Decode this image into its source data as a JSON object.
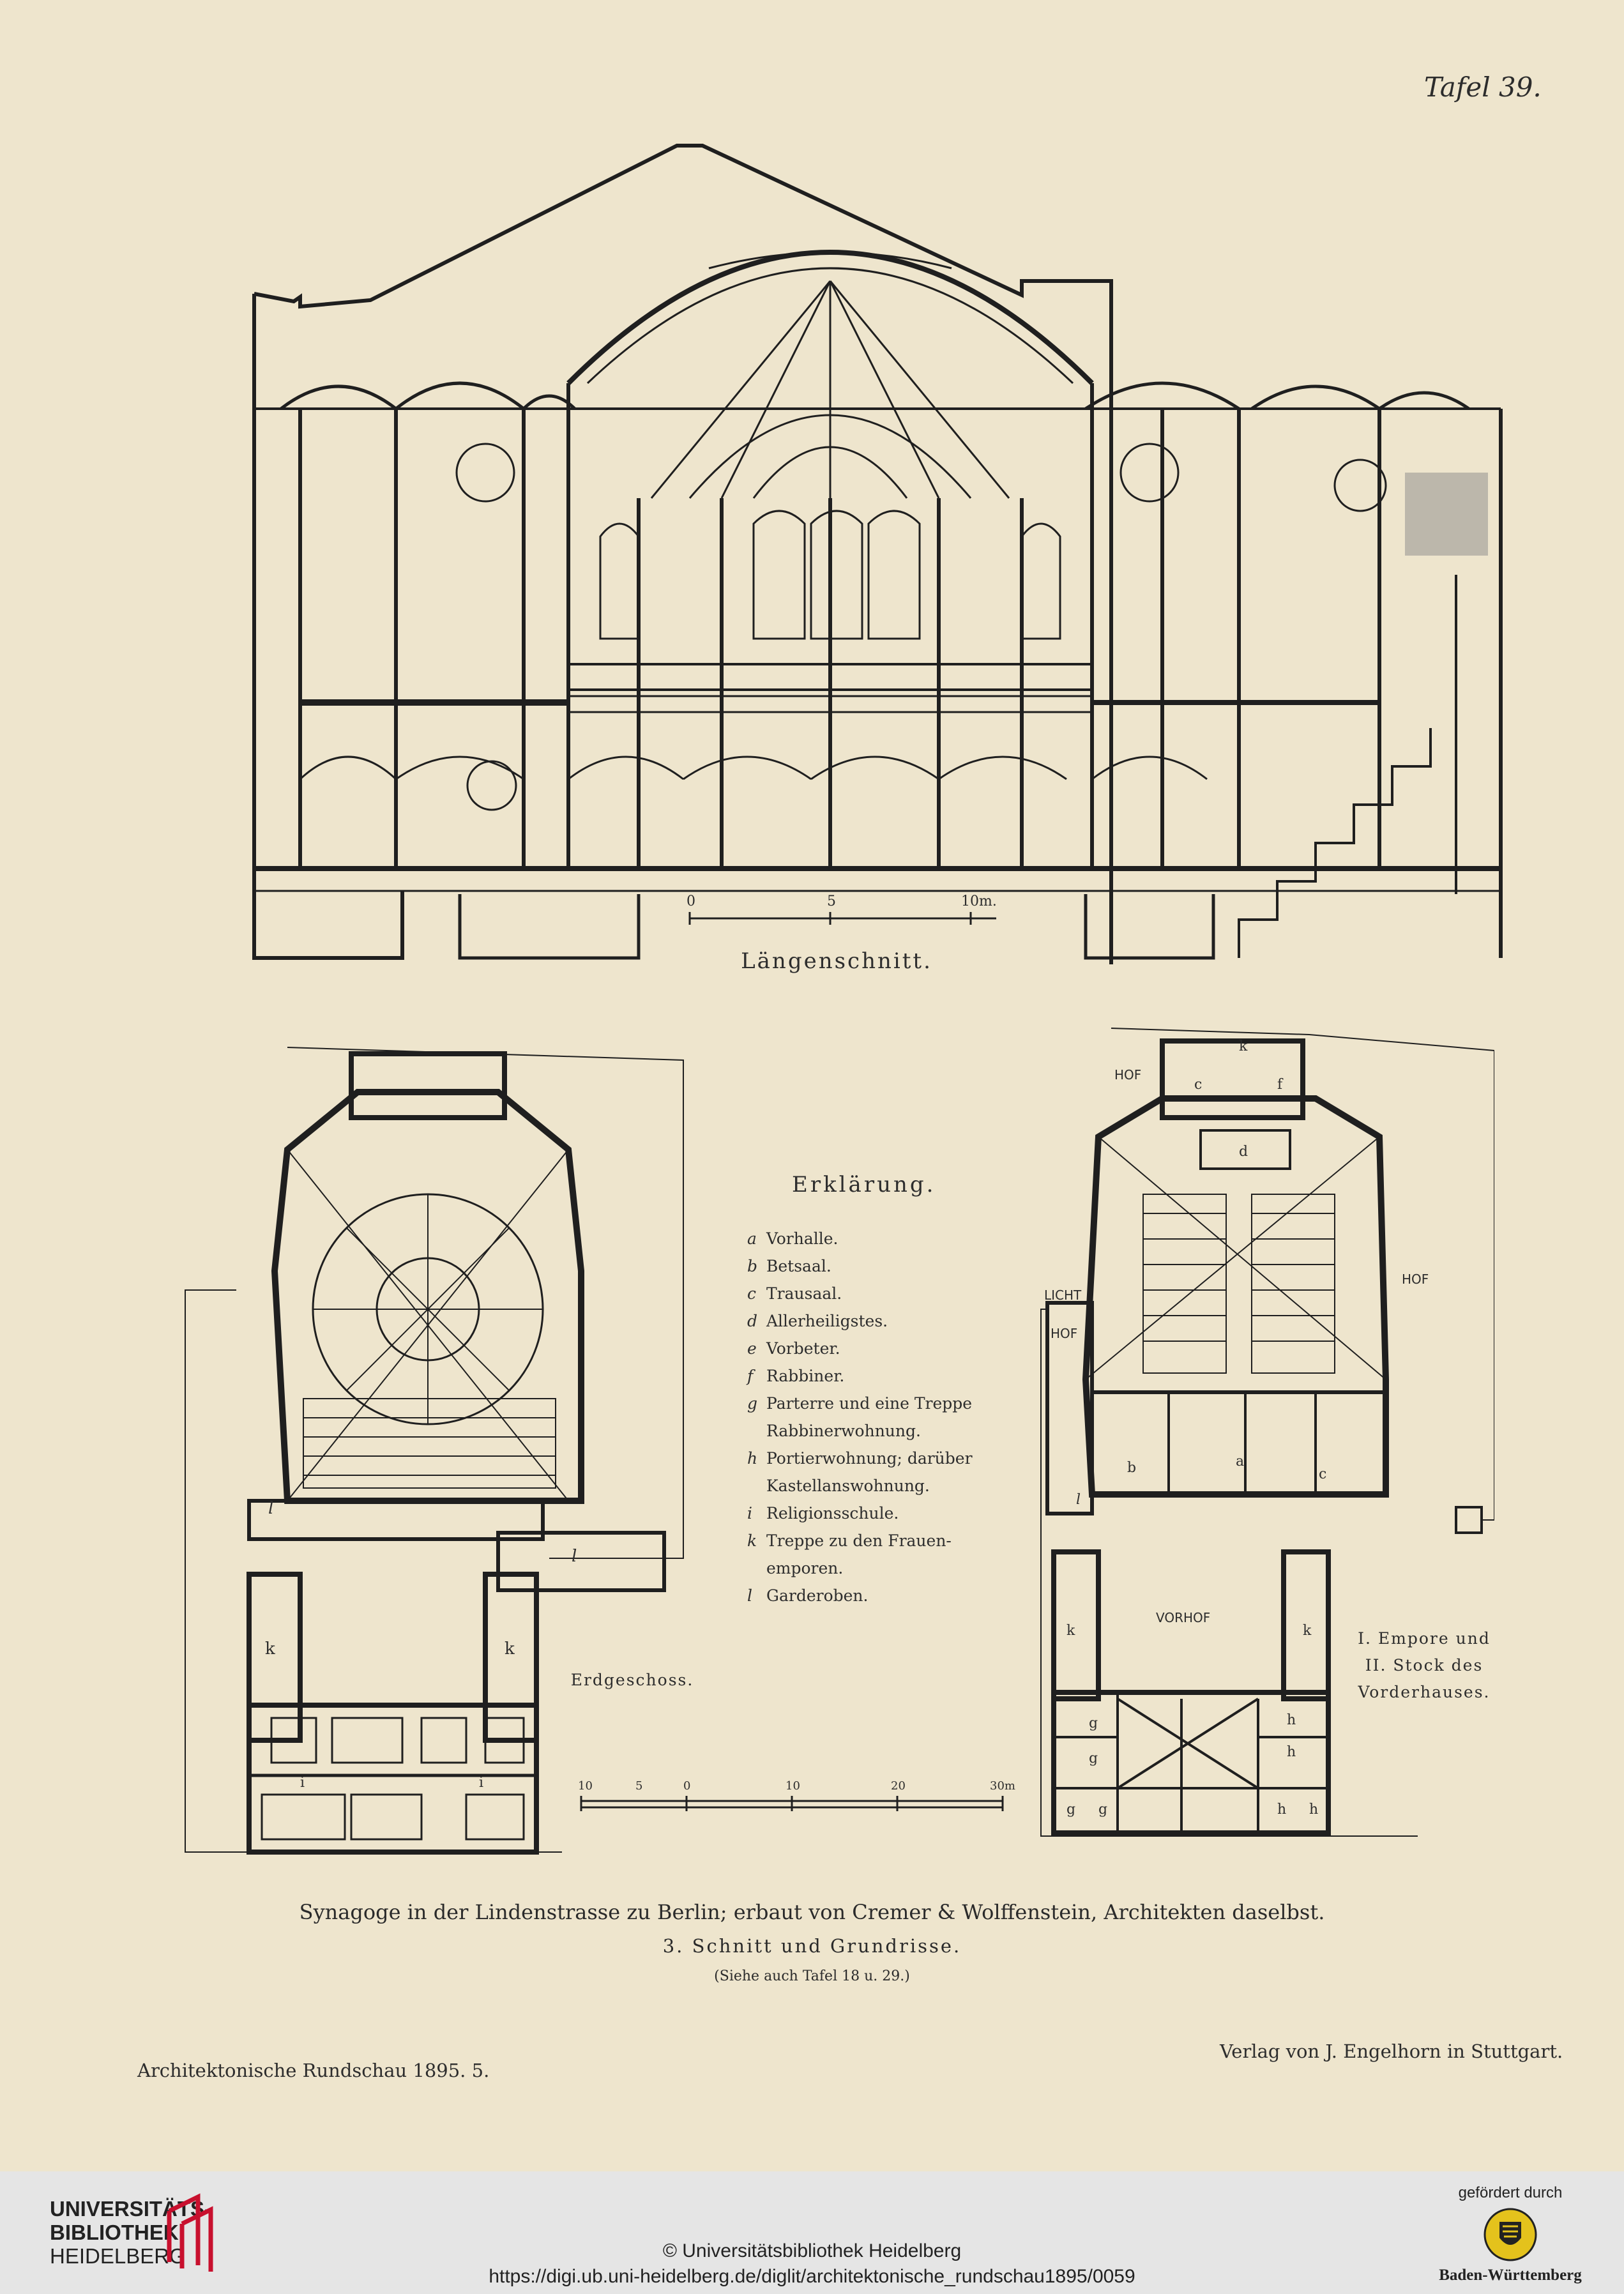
{
  "plate": {
    "number": "Tafel 39."
  },
  "section": {
    "caption": "Längenschnitt.",
    "scale_labels": [
      "0",
      "5",
      "10m."
    ]
  },
  "plan_left": {
    "caption": "Erdgeschoss.",
    "letters": [
      "l",
      "l",
      "k",
      "k",
      "i",
      "i"
    ]
  },
  "plan_right": {
    "caption_lines": [
      "I. Empore und",
      "II. Stock des",
      "Vorderhauses."
    ],
    "labels": {
      "hof_top": "HOF",
      "hof_right": "HOF",
      "licht": "LICHT",
      "hof_small": "HOF",
      "vorhof": "VORHOF"
    },
    "letters": [
      "k",
      "c",
      "f",
      "d",
      "b",
      "a",
      "c",
      "l",
      "k",
      "k",
      "g",
      "g",
      "g",
      "g",
      "h",
      "h",
      "h",
      "h"
    ]
  },
  "shared_scale": {
    "labels": [
      "10",
      "5",
      "0",
      "10",
      "20",
      "30m"
    ]
  },
  "legend": {
    "title": "Erklärung.",
    "items": [
      {
        "key": "a",
        "lines": [
          "Vorhalle."
        ]
      },
      {
        "key": "b",
        "lines": [
          "Betsaal."
        ]
      },
      {
        "key": "c",
        "lines": [
          "Trausaal."
        ]
      },
      {
        "key": "d",
        "lines": [
          "Allerheiligstes."
        ]
      },
      {
        "key": "e",
        "lines": [
          "Vorbeter."
        ]
      },
      {
        "key": "f",
        "lines": [
          "Rabbiner."
        ]
      },
      {
        "key": "g",
        "lines": [
          "Parterre und eine Treppe",
          "Rabbinerwohnung."
        ]
      },
      {
        "key": "h",
        "lines": [
          "Portierwohnung; darüber",
          "Kastellanswohnung."
        ]
      },
      {
        "key": "i",
        "lines": [
          "Religionsschule."
        ]
      },
      {
        "key": "k",
        "lines": [
          "Treppe zu den Frauen-",
          "emporen."
        ]
      },
      {
        "key": "l",
        "lines": [
          "Garderoben."
        ]
      }
    ]
  },
  "title": {
    "line1": "Synagoge in der Lindenstrasse zu Berlin; erbaut von Cremer & Wolffenstein, Architekten daselbst.",
    "line2": "3. Schnitt und Grundrisse.",
    "line3": "(Siehe auch Tafel 18 u. 29.)"
  },
  "publication": {
    "left": "Architektonische Rundschau 1895. 5.",
    "right": "Verlag von J. Engelhorn in Stuttgart."
  },
  "footer": {
    "library_lines": [
      "UNIVERSITÄTS-",
      "BIBLIOTHEK",
      "HEIDELBERG"
    ],
    "copyright": "© Universitätsbibliothek Heidelberg",
    "url": "https://digi.ub.uni-heidelberg.de/diglit/architektonische_rundschau1895/0059",
    "funded_by": "gefördert durch",
    "state": "Baden-Württemberg"
  },
  "colors": {
    "paper": "#eee5cd",
    "ink": "#1f1f1f",
    "footer": "#e5e5e5",
    "logo_red": "#c8102e"
  }
}
